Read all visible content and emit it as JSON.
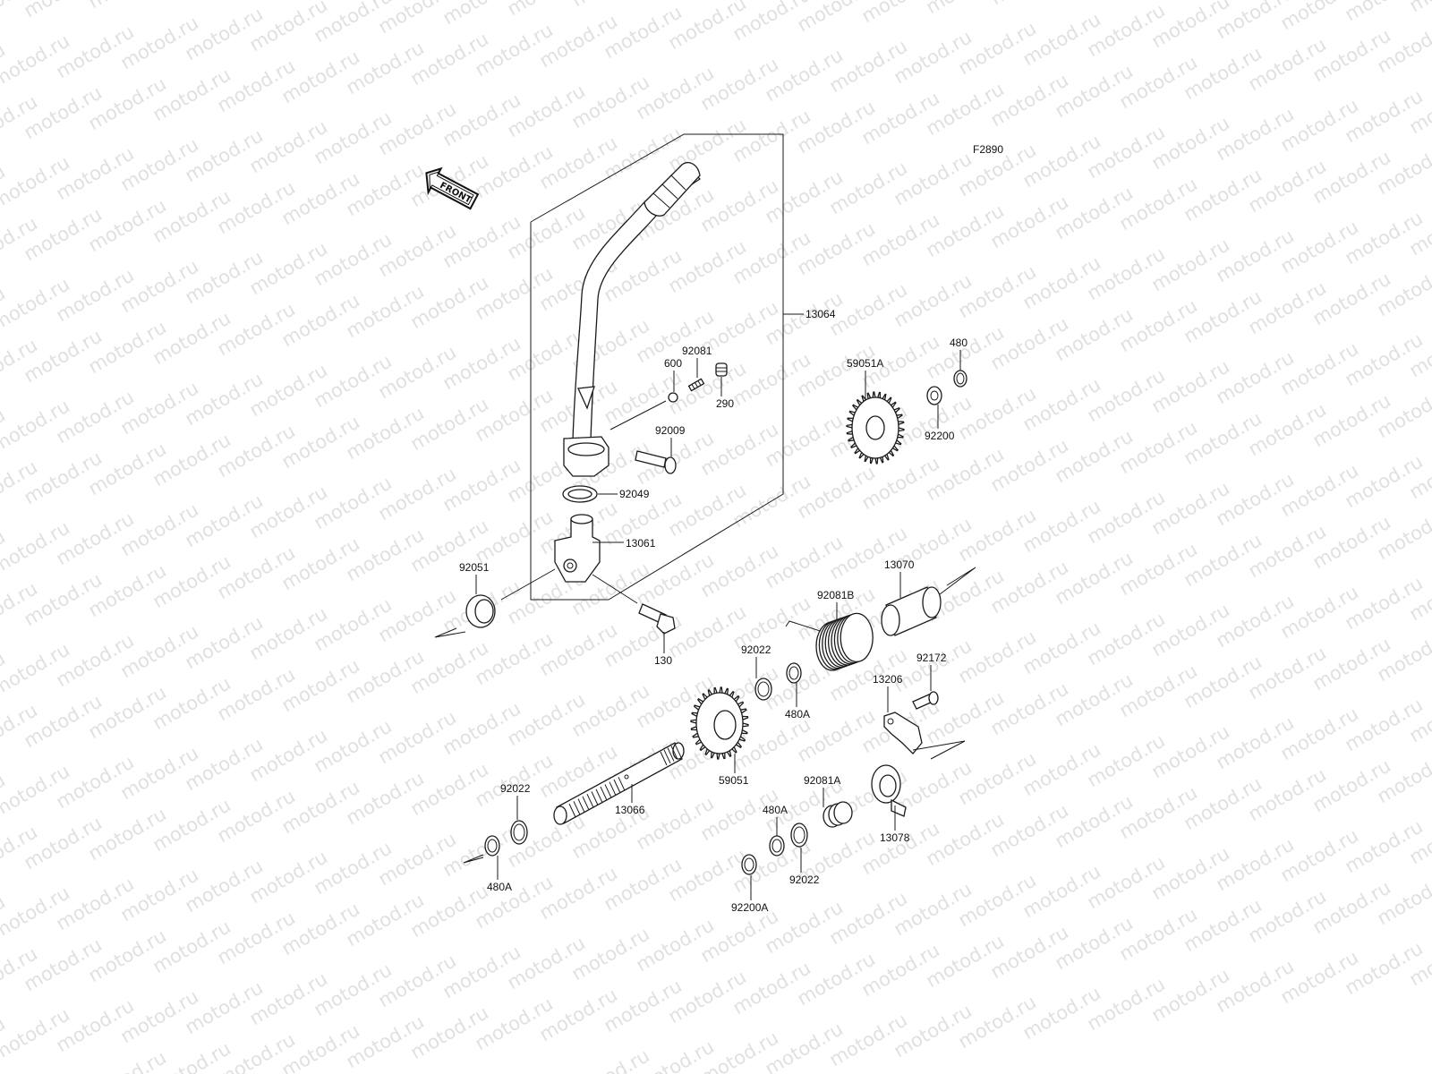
{
  "figure_code": "F2890",
  "front_arrow_text": "FRONT",
  "watermark": "motod.ru",
  "callouts": [
    {
      "id": "13064",
      "label": "13064"
    },
    {
      "id": "600",
      "label": "600"
    },
    {
      "id": "92081",
      "label": "92081"
    },
    {
      "id": "290",
      "label": "290"
    },
    {
      "id": "92009",
      "label": "92009"
    },
    {
      "id": "92049",
      "label": "92049"
    },
    {
      "id": "13061",
      "label": "13061"
    },
    {
      "id": "92051",
      "label": "92051"
    },
    {
      "id": "130",
      "label": "130"
    },
    {
      "id": "59051A",
      "label": "59051A"
    },
    {
      "id": "480",
      "label": "480"
    },
    {
      "id": "92200",
      "label": "92200"
    },
    {
      "id": "13070",
      "label": "13070"
    },
    {
      "id": "92081B",
      "label": "92081B"
    },
    {
      "id": "92022_a",
      "label": "92022"
    },
    {
      "id": "480A_a",
      "label": "480A"
    },
    {
      "id": "92172",
      "label": "92172"
    },
    {
      "id": "13206",
      "label": "13206"
    },
    {
      "id": "59051",
      "label": "59051"
    },
    {
      "id": "13066",
      "label": "13066"
    },
    {
      "id": "92081A",
      "label": "92081A"
    },
    {
      "id": "13078",
      "label": "13078"
    },
    {
      "id": "480A_b",
      "label": "480A"
    },
    {
      "id": "92022_b",
      "label": "92022"
    },
    {
      "id": "92200A",
      "label": "92200A"
    },
    {
      "id": "92022_c",
      "label": "92022"
    },
    {
      "id": "480A_c",
      "label": "480A"
    }
  ]
}
